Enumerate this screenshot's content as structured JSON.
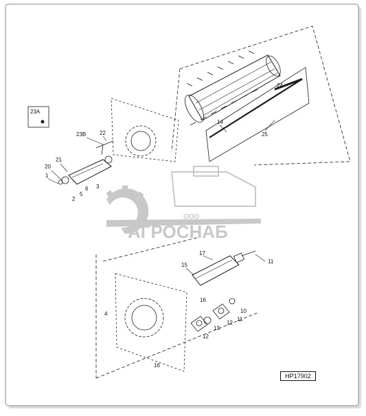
{
  "diagram": {
    "reference_code": "HP17902",
    "callouts": {
      "c1": "1",
      "c2": "2",
      "c3": "3",
      "c5": "5",
      "c6": "6",
      "c10": "10",
      "c11a": "11",
      "c11b": "11",
      "c12a": "12",
      "c12b": "12",
      "c13": "13",
      "c14": "14",
      "c15": "15",
      "c16a": "16",
      "c16b": "16",
      "c17": "17",
      "c20": "20",
      "c21": "21",
      "c22": "22",
      "c23a": "23A",
      "c23b": "23B",
      "c24": "24",
      "c25": "25",
      "c4": "4"
    }
  },
  "watermark": {
    "company_prefix": "ООО",
    "company_name": "АГРОСНАБ"
  },
  "colors": {
    "line": "#1a1a1a",
    "watermark": "#c8c8c8",
    "frame_shadow": "#9a9a9a"
  }
}
